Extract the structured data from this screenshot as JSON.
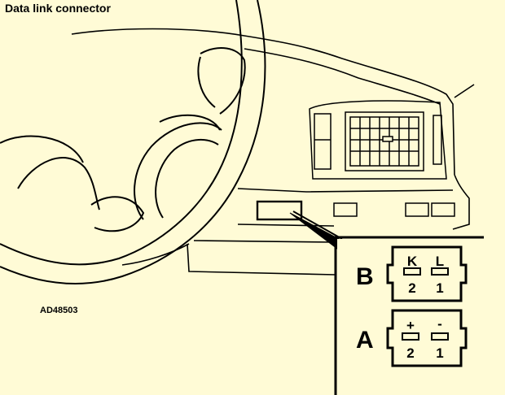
{
  "title": "Data link connector",
  "reference": "AD48503",
  "inset": {
    "connector_b": {
      "letter": "B",
      "pin_top_left": "K",
      "pin_top_right": "L",
      "pin_bottom_left": "2",
      "pin_bottom_right": "1"
    },
    "connector_a": {
      "letter": "A",
      "pin_top_left": "+",
      "pin_top_right": "-",
      "pin_bottom_left": "2",
      "pin_bottom_right": "1"
    }
  },
  "colors": {
    "background": "#fffbd6",
    "line": "#000000"
  }
}
